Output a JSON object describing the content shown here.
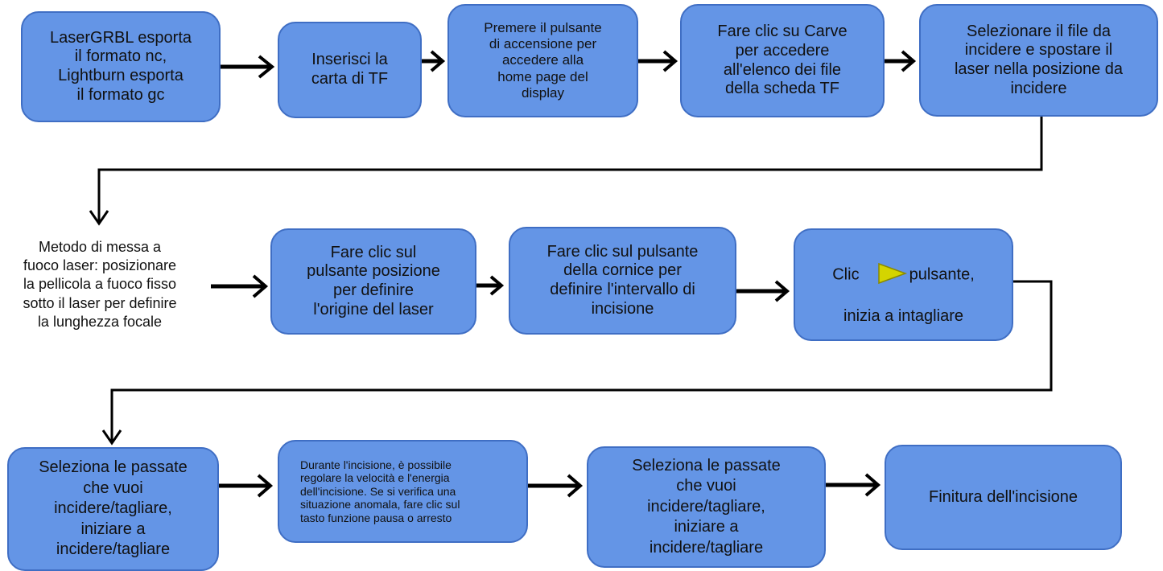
{
  "colors": {
    "box_fill": "#6495e6",
    "box_border": "#3f6ec4",
    "arrow": "#000000",
    "play_icon": "#d4d400"
  },
  "steps": {
    "s1": "LaserGRBL esporta\nil formato nc,\nLightburn esporta\nil formato gc",
    "s2": "Inserisci la\ncarta di TF",
    "s3": "Premere il pulsante\ndi accensione per\naccedere alla\nhome page del\ndisplay",
    "s4": "Fare clic su Carve\nper accedere\nall'elenco dei file\ndella scheda TF",
    "s5": "Selezionare il file da\nincidere e spostare il\nlaser nella posizione da\nincidere",
    "focus_note": "Metodo di messa a\nfuoco laser: posizionare\nla pellicola a fuoco fisso\nsotto il laser per definire\nla lunghezza focale",
    "s6": "Fare clic sul\npulsante posizione\nper definire\nl'origine del laser",
    "s7": "Fare clic sul pulsante\ndella cornice per\ndefinire l'intervallo di\nincisione",
    "s8_prefix": "Clic",
    "s8_suffix": "pulsante,",
    "s8_line2": "inizia a intagliare",
    "s9": "Seleziona le passate\nche vuoi\nincidere/tagliare,\niniziare a\nincidere/tagliare",
    "s10": "Durante l'incisione, è possibile\nregolare la velocità e l'energia\ndell'incisione. Se si verifica una\nsituazione anomala, fare clic sul\ntasto funzione pausa o arresto",
    "s11": "Seleziona le passate\nche vuoi\nincidere/tagliare,\niniziare a\nincidere/tagliare",
    "s12": "Finitura dell'incisione"
  },
  "icons": {
    "play": "play-triangle-icon"
  }
}
